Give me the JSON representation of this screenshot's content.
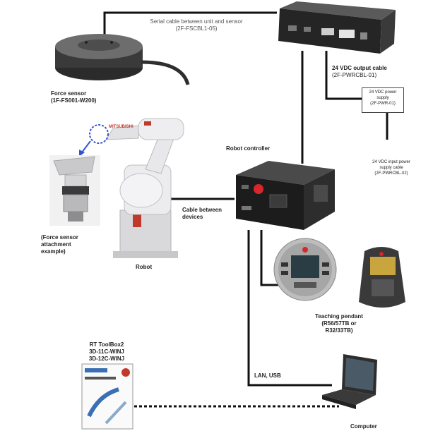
{
  "labels": {
    "serial_cable_line1": "Serial cable between unit and sensor",
    "serial_cable_line2": "(2F-FSCBL1-05)",
    "force_sensor_line1": "Force sensor",
    "force_sensor_line2": "(1F-FS001-W200)",
    "output_cable_line1": "24 VDC output cable",
    "output_cable_line2": "(2F-PWRCBL-01)",
    "power_supply_line1": "24 VDC power",
    "power_supply_line2": "supply",
    "power_supply_line3": "(2F-PWR-01)",
    "input_cable_line1": "24 VDC input power",
    "input_cable_line2": "supply cable",
    "input_cable_line3": "(2F-PWRCBL-02)",
    "robot_controller": "Robot controller",
    "cable_between_line1": "Cable between",
    "cable_between_line2": "devices",
    "attachment_line1": "(Force sensor",
    "attachment_line2": "attachment",
    "attachment_line3": "example)",
    "robot": "Robot",
    "teaching_line1": "Teaching pendant",
    "teaching_line2": "(R56/57TB or",
    "teaching_line3": "R32/33TB)",
    "rt_line1": "RT ToolBox2",
    "rt_line2": "3D-11C-WINJ",
    "rt_line3": "3D-12C-WINJ",
    "lan_usb": "LAN, USB",
    "computer": "Computer",
    "controller_brand": "MITSUBISHI"
  },
  "colors": {
    "line": "#111111",
    "arm": "#e4e4e6",
    "controller": "#1c1c1c",
    "estop": "#d8262b",
    "pendant_screen": "#2a3d45",
    "box_blue": "#3a6fb5",
    "highlight": "#3355cc"
  }
}
